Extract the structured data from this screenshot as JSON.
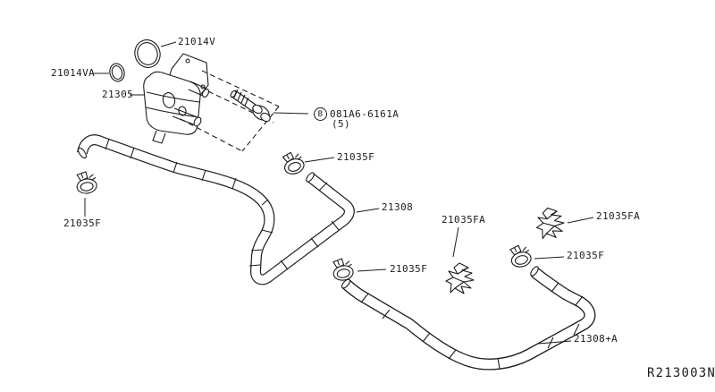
{
  "diagram": {
    "ref_code": "R213003N",
    "colors": {
      "line": "#1c1c1c",
      "background": "#ffffff"
    },
    "parts": {
      "oring_large": "21014V",
      "oring_small": "21014VA",
      "oil_cooler": "21305",
      "bolt_prefix": "B",
      "bolt": "081A6-6161A",
      "bolt_qty": "(5)",
      "hose_upper": "21308",
      "hose_lower": "21308+A",
      "clamp": "21035F",
      "clip": "21035FA"
    }
  }
}
